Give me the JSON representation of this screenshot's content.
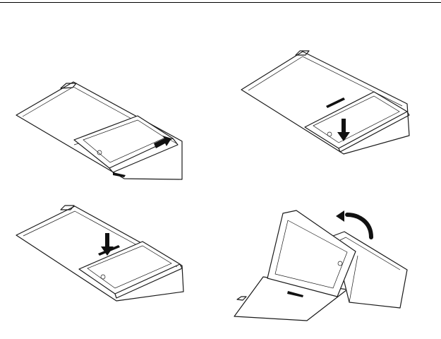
{
  "figure": {
    "steps": [
      {
        "action": "slide-tablet-into-case-right"
      },
      {
        "action": "press-tablet-down-into-holder"
      },
      {
        "action": "press-tablet-down-into-holder"
      },
      {
        "action": "fold-cover-up-into-stand"
      }
    ],
    "colors": {
      "line": "#1a1a1a",
      "arrow": "#111111",
      "background": "#ffffff"
    }
  }
}
